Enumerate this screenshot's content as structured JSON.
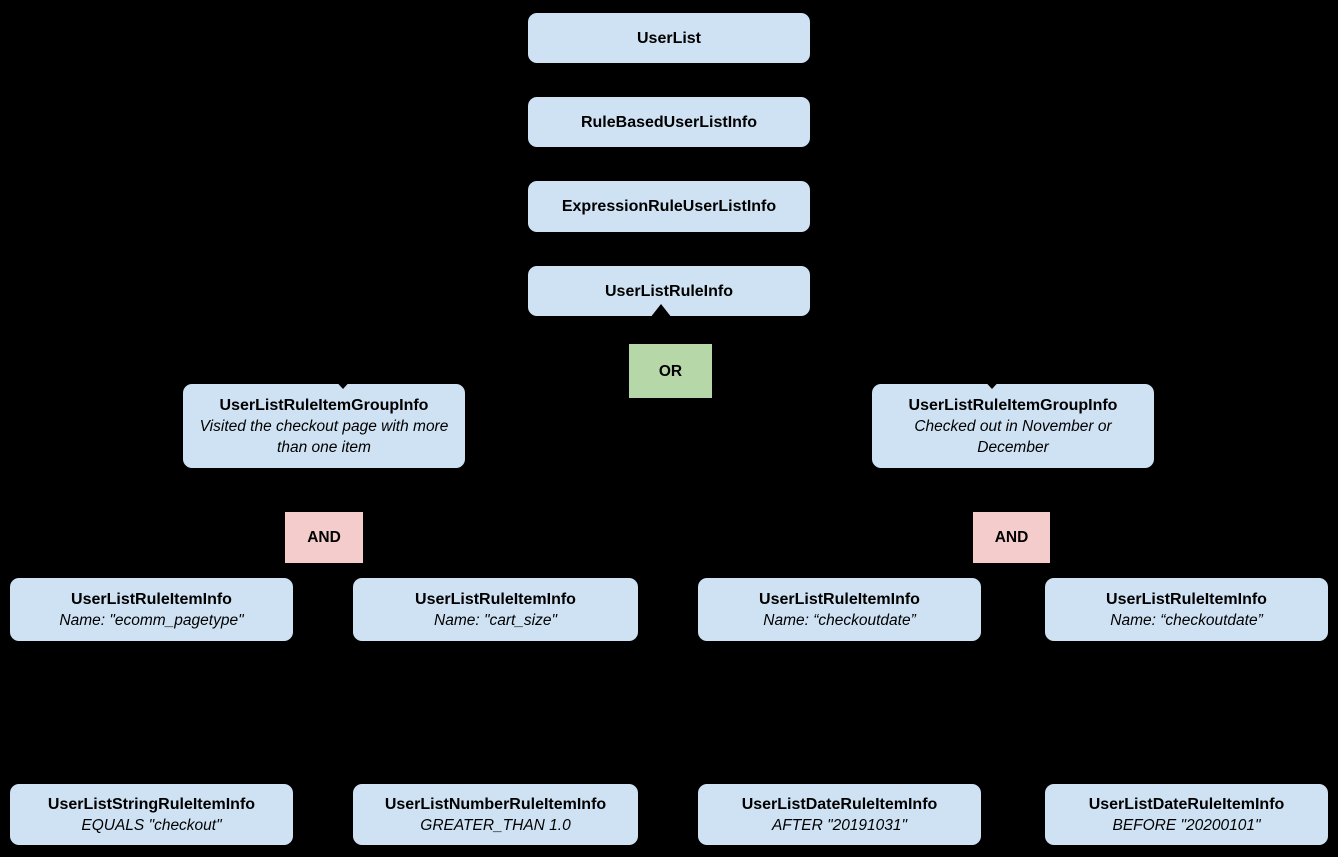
{
  "diagram": {
    "nodes": {
      "userlist": {
        "label": "UserList"
      },
      "rule_based_user_list_info": {
        "label": "RuleBasedUserListInfo"
      },
      "expression_rule_user_list_info": {
        "label": "ExpressionRuleUserListInfo"
      },
      "user_list_rule_info": {
        "label": "UserListRuleInfo"
      },
      "or_operator": {
        "label": "OR"
      },
      "group_left": {
        "label": "UserListRuleItemGroupInfo",
        "description": "Visited the checkout page with more than one item"
      },
      "group_right": {
        "label": "UserListRuleItemGroupInfo",
        "description": "Checked out in November or December"
      },
      "and_left": {
        "label": "AND"
      },
      "and_right": {
        "label": "AND"
      },
      "rule_item_1": {
        "label": "UserListRuleItemInfo",
        "description": "Name: \"ecomm_pagetype\""
      },
      "rule_item_2": {
        "label": "UserListRuleItemInfo",
        "description": "Name: \"cart_size\""
      },
      "rule_item_3": {
        "label": "UserListRuleItemInfo",
        "description": "Name: “checkoutdate”"
      },
      "rule_item_4": {
        "label": "UserListRuleItemInfo",
        "description": "Name: “checkoutdate”"
      },
      "leaf_1": {
        "label": "UserListStringRuleItemInfo",
        "description": "EQUALS \"checkout\""
      },
      "leaf_2": {
        "label": "UserListNumberRuleItemInfo",
        "description": "GREATER_THAN 1.0"
      },
      "leaf_3": {
        "label": "UserListDateRuleItemInfo",
        "description": "AFTER \"20191031\""
      },
      "leaf_4": {
        "label": "UserListDateRuleItemInfo",
        "description": "BEFORE \"20200101\""
      }
    },
    "colors": {
      "background": "#000000",
      "node_fill": "#cfe2f3",
      "or_fill": "#b6d7a8",
      "and_fill": "#f4cccc",
      "text": "#000000"
    }
  }
}
